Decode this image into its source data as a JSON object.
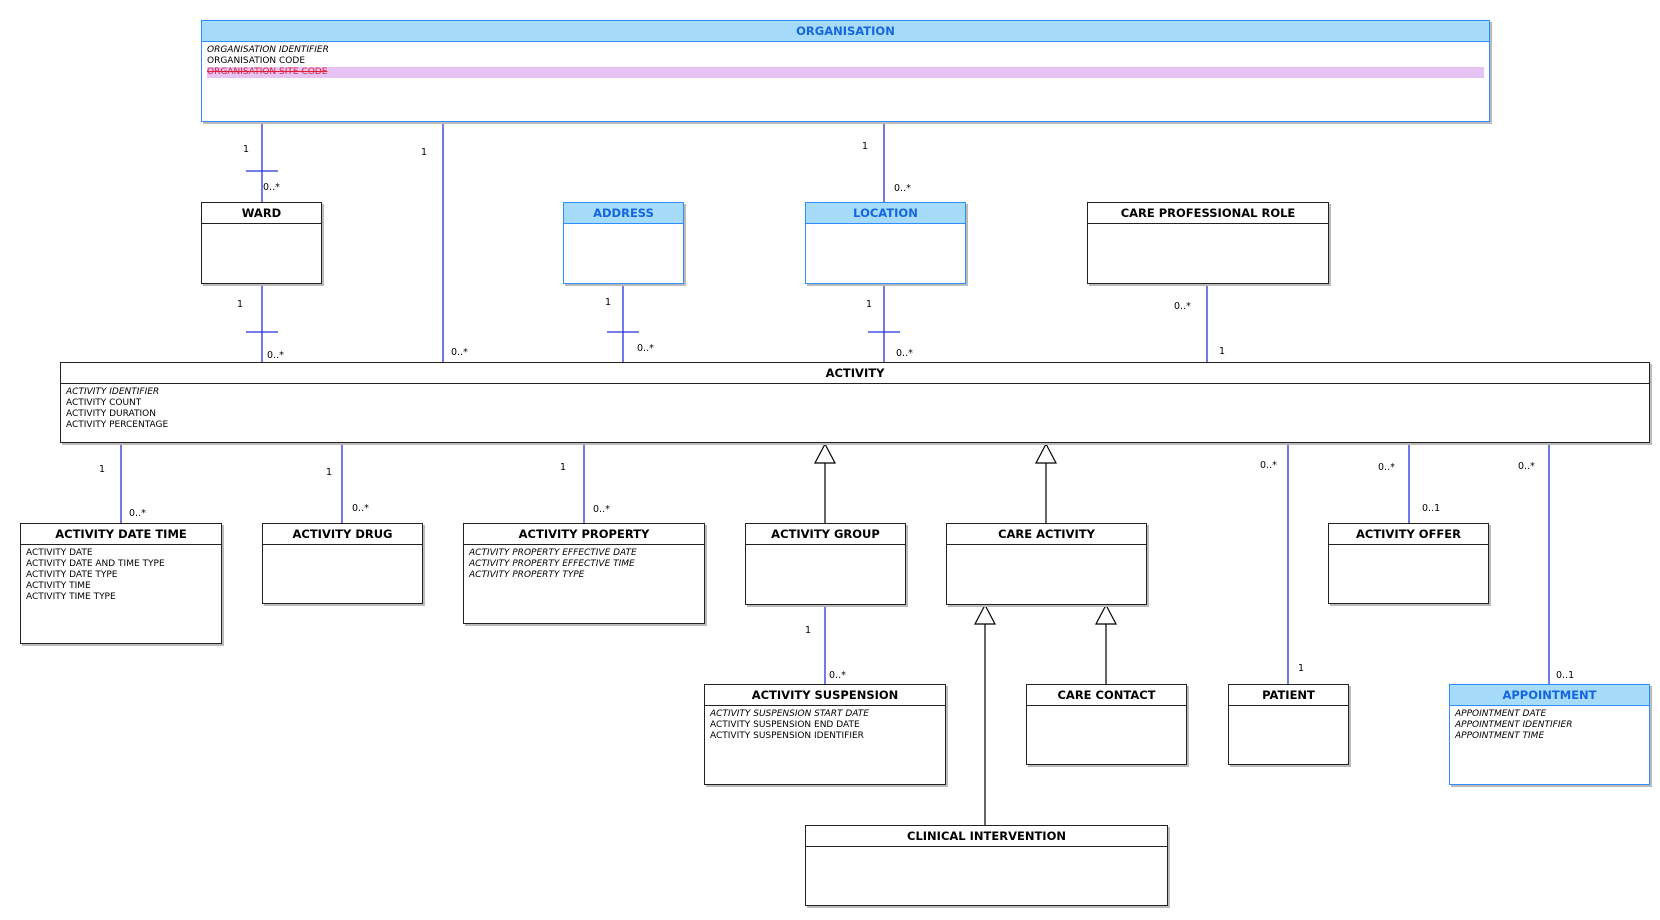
{
  "colors": {
    "connector": "#2233dd",
    "accent": "#a6dcfa",
    "accent_border": "#2f8dff",
    "deleted_bg": "#e6c3f3",
    "deleted_text": "#e0203a"
  },
  "entities": {
    "organisation": {
      "title": "ORGANISATION",
      "attributes": [
        "ORGANISATION IDENTIFIER",
        "ORGANISATION CODE",
        "ORGANISATION SITE CODE"
      ]
    },
    "ward": {
      "title": "WARD"
    },
    "address": {
      "title": "ADDRESS"
    },
    "location": {
      "title": "LOCATION"
    },
    "care_professional_role": {
      "title": "CARE PROFESSIONAL ROLE"
    },
    "activity": {
      "title": "ACTIVITY",
      "attributes": [
        "ACTIVITY IDENTIFIER",
        "ACTIVITY COUNT",
        "ACTIVITY DURATION",
        "ACTIVITY PERCENTAGE"
      ]
    },
    "activity_date_time": {
      "title": "ACTIVITY DATE TIME",
      "attributes": [
        "ACTIVITY DATE",
        "ACTIVITY DATE AND TIME TYPE",
        "ACTIVITY DATE TYPE",
        "ACTIVITY TIME",
        "ACTIVITY TIME TYPE"
      ]
    },
    "activity_drug": {
      "title": "ACTIVITY DRUG"
    },
    "activity_property": {
      "title": "ACTIVITY PROPERTY",
      "attributes": [
        "ACTIVITY PROPERTY EFFECTIVE DATE",
        "ACTIVITY PROPERTY EFFECTIVE TIME",
        "ACTIVITY PROPERTY TYPE"
      ]
    },
    "activity_group": {
      "title": "ACTIVITY GROUP"
    },
    "care_activity": {
      "title": "CARE ACTIVITY"
    },
    "activity_offer": {
      "title": "ACTIVITY OFFER"
    },
    "activity_suspension": {
      "title": "ACTIVITY SUSPENSION",
      "attributes": [
        "ACTIVITY SUSPENSION START DATE",
        "ACTIVITY SUSPENSION END DATE",
        "ACTIVITY SUSPENSION IDENTIFIER"
      ]
    },
    "care_contact": {
      "title": "CARE CONTACT"
    },
    "patient": {
      "title": "PATIENT"
    },
    "appointment": {
      "title": "APPOINTMENT",
      "attributes": [
        "APPOINTMENT DATE",
        "APPOINTMENT IDENTIFIER",
        "APPOINTMENT TIME"
      ]
    },
    "clinical_intervention": {
      "title": "CLINICAL INTERVENTION"
    }
  },
  "multiplicities": {
    "org_ward_top": "1",
    "org_ward_bottom": "0..*",
    "org_activity_top": "1",
    "org_activity_bottom": "0..*",
    "org_location_top": "1",
    "org_location_bottom": "0..*",
    "ward_activity_top": "1",
    "ward_activity_bottom": "0..*",
    "address_activity_top": "1",
    "address_activity_bottom": "0..*",
    "location_activity_top": "1",
    "location_activity_bottom": "0..*",
    "role_activity_top": "0..*",
    "role_activity_bottom": "1",
    "act_datetime_top": "1",
    "act_datetime_bottom": "0..*",
    "act_drug_top": "1",
    "act_drug_bottom": "0..*",
    "act_property_top": "1",
    "act_property_bottom": "0..*",
    "act_patient_top": "0..*",
    "act_patient_bottom": "1",
    "act_offer_top": "0..*",
    "act_offer_bottom": "0..1",
    "act_appointment_top": "0..*",
    "act_appointment_bottom": "0..1",
    "group_suspension_top": "1",
    "group_suspension_bottom": "0..*"
  }
}
